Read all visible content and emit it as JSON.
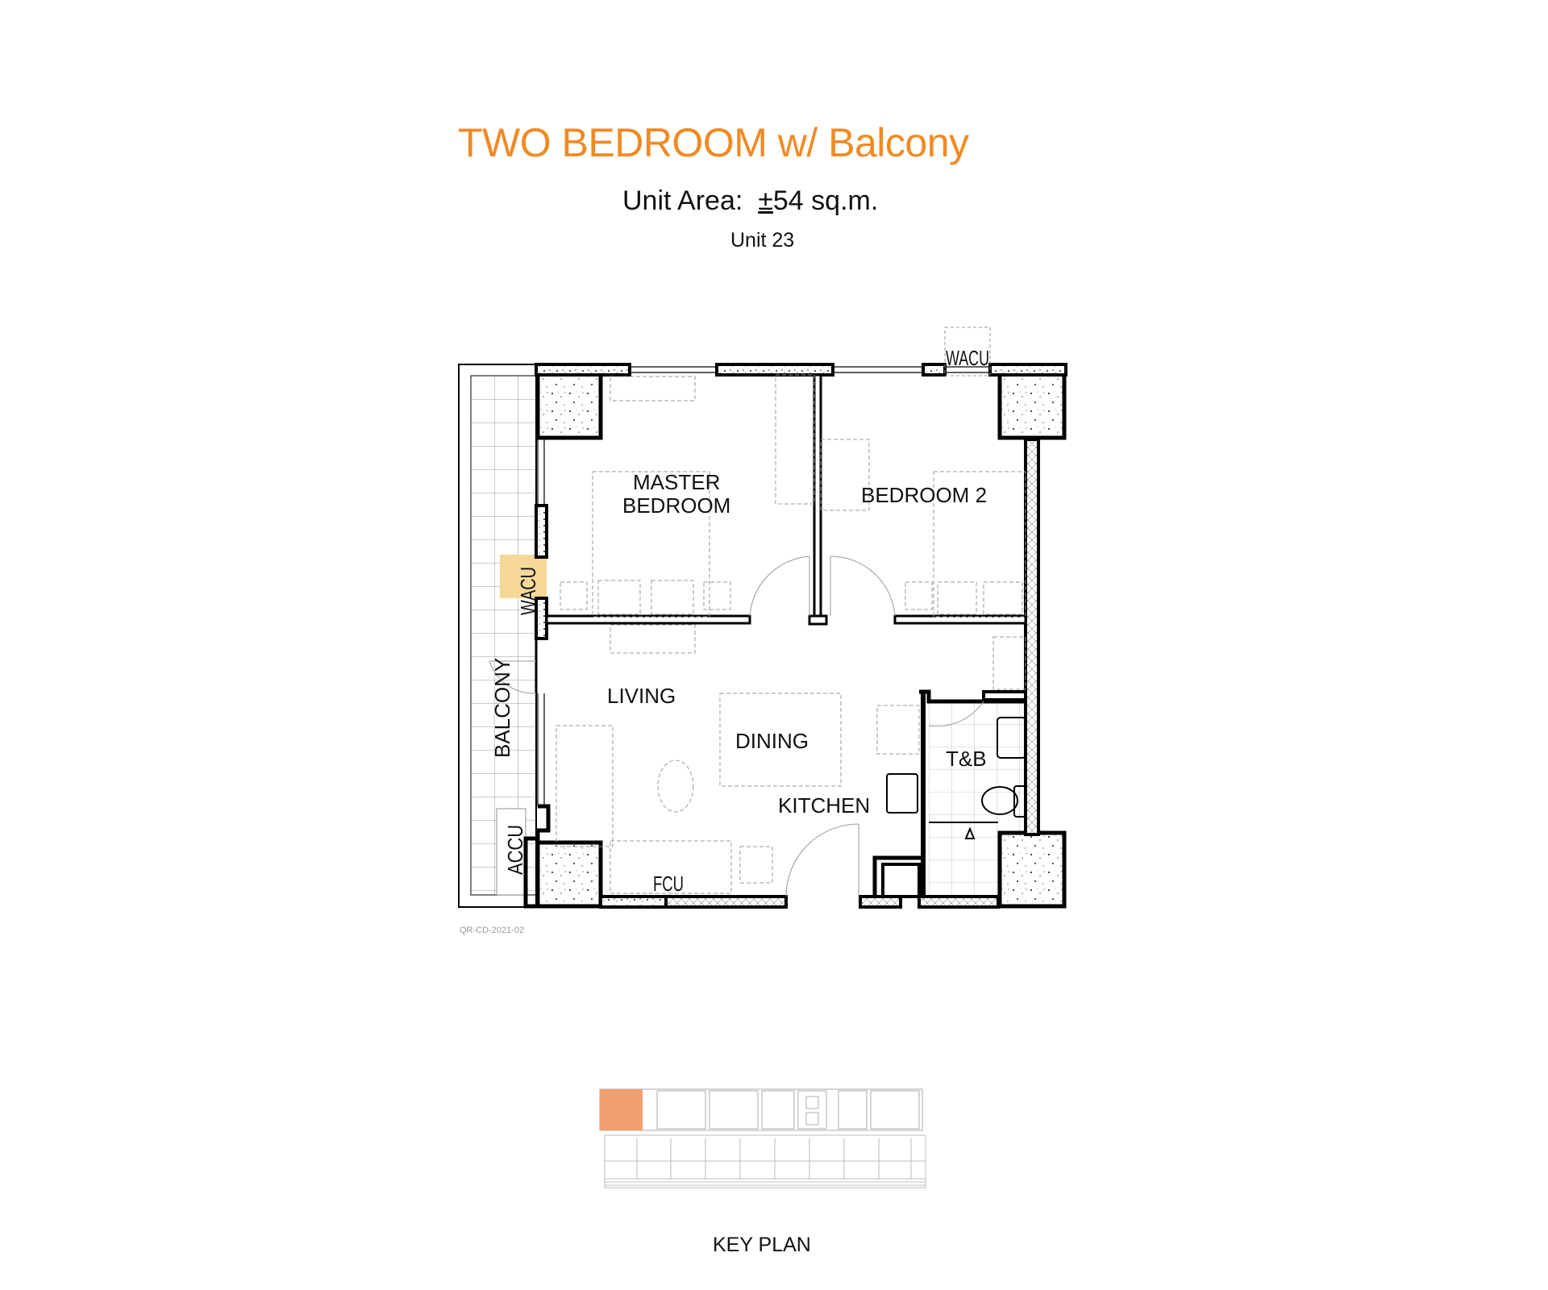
{
  "header": {
    "title": "TWO BEDROOM w/ Balcony",
    "area_label": "Unit Area:",
    "area_plusminus": "±",
    "area_value": "54 sq.m.",
    "unit": "Unit 23"
  },
  "colors": {
    "title": "#F08A24",
    "wacu_highlight": "#F5D89A",
    "keyplan_highlight": "#F0A070",
    "wall": "#000000",
    "furniture": "#9a9a9a"
  },
  "floorplan": {
    "rooms": {
      "master_line1": "MASTER",
      "master_line2": "BEDROOM",
      "bedroom2": "BEDROOM 2",
      "living": "LIVING",
      "dining": "DINING",
      "kitchen": "KITCHEN",
      "tb": "T&B",
      "balcony": "BALCONY"
    },
    "equipment": {
      "wacu_top": "WACU",
      "wacu_left": "WACU",
      "accu": "ACCU",
      "fcu": "FCU"
    },
    "drawing_code": "QR-CD-2021-02"
  },
  "keyplan": {
    "label": "KEY PLAN"
  }
}
